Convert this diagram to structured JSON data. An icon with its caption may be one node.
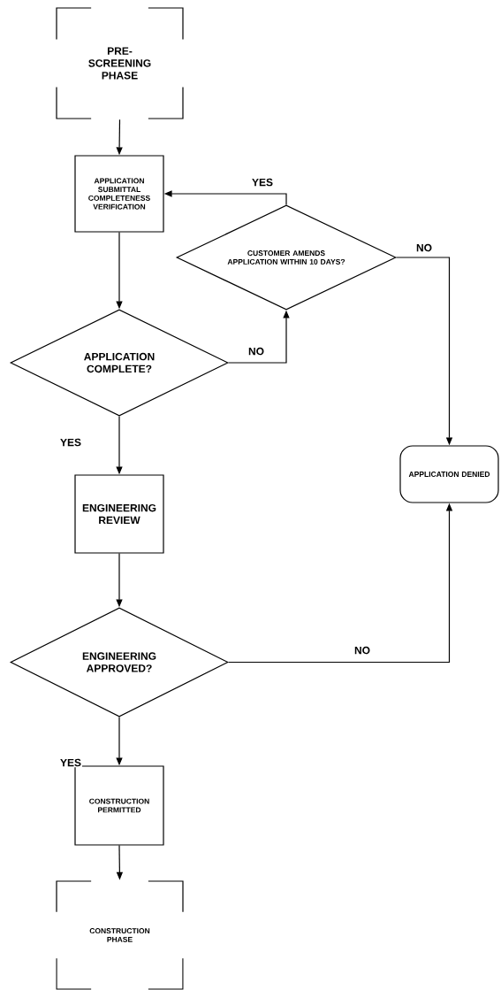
{
  "diagram": {
    "nodes": [
      {
        "text": [
          "PRE- SCREENING PHASE"
        ]
      },
      {
        "text": [
          "APPLICATION SUBMITTAL COMPLETENESS VERIFICATION"
        ]
      },
      {
        "text": [
          "CUSTOMER AMENDS APPLICATION WITHIN 10 DAYS?"
        ]
      },
      {
        "text": [
          "APPLICATION COMPLETE?"
        ]
      },
      {
        "text": [
          "APPLICATION DENIED"
        ]
      },
      {
        "text": [
          "ENGINEERING REVIEW"
        ]
      },
      {
        "text": [
          "ENGINEERING APPROVED?"
        ]
      },
      {
        "text": [
          "CONSTRUCTION PERMITTED"
        ]
      },
      {
        "text": [
          "CONSTRUCTION PHASE"
        ]
      }
    ],
    "edges": [
      {
        "from": 0,
        "to": 1,
        "arrow": "to"
      },
      {
        "from": 1,
        "to": 3,
        "arrow": "to"
      },
      {
        "from": 3,
        "to": 5,
        "arrow": "to",
        "label": "YES"
      },
      {
        "from": 3,
        "to": 2,
        "arrow": "to",
        "label": "NO"
      },
      {
        "from": 2,
        "to": 1,
        "arrow": "to",
        "label": "YES"
      },
      {
        "from": 2,
        "to": 4,
        "arrow": "to",
        "label": "NO"
      },
      {
        "from": 5,
        "to": 6,
        "arrow": "to"
      },
      {
        "from": 6,
        "to": 4,
        "arrow": "to",
        "label": "NO"
      },
      {
        "from": 6,
        "to": 7,
        "arrow": "to",
        "label": "YES"
      },
      {
        "from": 7,
        "to": 8,
        "arrow": "to"
      }
    ]
  }
}
